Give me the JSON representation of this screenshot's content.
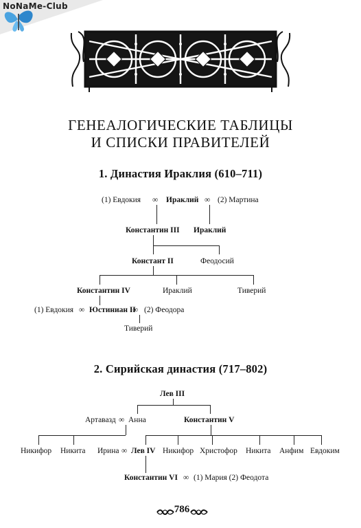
{
  "watermark": {
    "text": "NoNaMe-Club"
  },
  "heading": {
    "line1": "ГЕНЕАЛОГИЧЕСКИЕ ТАБЛИЦЫ",
    "line2": "И СПИСКИ ПРАВИТЕЛЕЙ"
  },
  "section1": {
    "title": "1. Династия Ираклия (610–711)",
    "row1": {
      "left_spouse": "(1) Евдокия",
      "marriage_symbol": "∞",
      "ruler": "Ираклий",
      "marriage_symbol_2": "∞",
      "right_spouse": "(2) Мартина"
    },
    "row2": {
      "left": "Константин III",
      "right": "Ираклий"
    },
    "row3": {
      "left": "Констант II",
      "right": "Феодосий"
    },
    "row4": {
      "left": "Константин IV",
      "middle": "Ираклий",
      "right": "Тиверий"
    },
    "row5": {
      "left_spouse": "(1) Евдокия",
      "marriage_symbol": "∞",
      "ruler": "Юстиниан II",
      "marriage_symbol_2": "∞",
      "right_spouse": "(2) Феодора"
    },
    "row6": {
      "child": "Тиверий"
    }
  },
  "section2": {
    "title": "2. Сирийская династия (717–802)",
    "row1": {
      "ruler": "Лев III"
    },
    "row2": {
      "spouse": "Артавазд",
      "marriage_symbol": "∞",
      "wife": "Анна",
      "ruler": "Константин V"
    },
    "row3": {
      "children_left": [
        "Никифор",
        "Никита"
      ],
      "irina": "Ирина",
      "marriage_symbol": "∞",
      "leo": "Лев IV",
      "children_right": [
        "Никифор",
        "Христофор",
        "Никита",
        "Анфим",
        "Евдоким"
      ]
    },
    "row4": {
      "ruler": "Константин VI",
      "marriage_symbol": "∞",
      "wives": "(1) Мария (2) Феодота"
    }
  },
  "footer": {
    "page_number": "786"
  }
}
